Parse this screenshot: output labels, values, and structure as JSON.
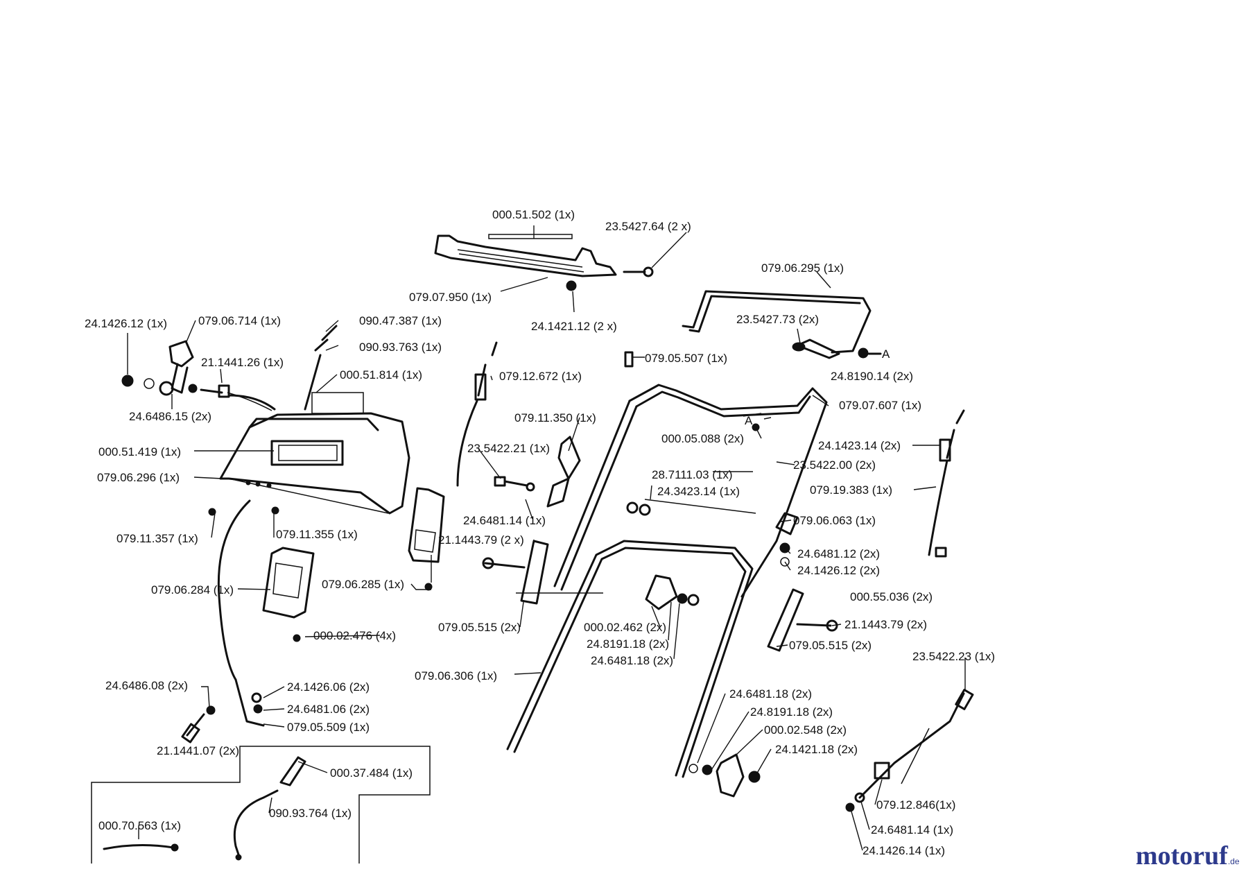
{
  "labels": [
    {
      "id": "p000_51_502",
      "text": "000.51.502 (1x)"
    },
    {
      "id": "p23_5427_64",
      "text": "23.5427.64 (2 x)"
    },
    {
      "id": "p079_07_950",
      "text": "079.07.950 (1x)"
    },
    {
      "id": "p24_1421_12",
      "text": "24.1421.12 (2 x)"
    },
    {
      "id": "p079_06_295",
      "text": "079.06.295 (1x)"
    },
    {
      "id": "p23_5427_73",
      "text": "23.5427.73 (2x)"
    },
    {
      "id": "p24_8190_14",
      "text": "24.8190.14 (2x)"
    },
    {
      "id": "pA_right",
      "text": "A"
    },
    {
      "id": "p24_1426_12_a",
      "text": "24.1426.12 (1x)"
    },
    {
      "id": "p079_06_714",
      "text": "079.06.714 (1x)"
    },
    {
      "id": "p090_47_387",
      "text": "090.47.387 (1x)"
    },
    {
      "id": "p090_93_763",
      "text": "090.93.763 (1x)"
    },
    {
      "id": "p21_1441_26",
      "text": "21.1441.26 (1x)"
    },
    {
      "id": "p000_51_814",
      "text": "000.51.814 (1x)"
    },
    {
      "id": "p24_6486_15",
      "text": "24.6486.15 (2x)"
    },
    {
      "id": "p079_12_672",
      "text": "079.12.672 (1x)"
    },
    {
      "id": "p079_05_507",
      "text": "079.05.507 (1x)"
    },
    {
      "id": "p079_07_607",
      "text": "079.07.607 (1x)"
    },
    {
      "id": "p000_51_419",
      "text": "000.51.419 (1x)"
    },
    {
      "id": "p079_11_350",
      "text": "079.11.350 (1x)"
    },
    {
      "id": "pA_left",
      "text": "A"
    },
    {
      "id": "p000_05_088",
      "text": "000.05.088 (2x)"
    },
    {
      "id": "p24_1423_14",
      "text": "24.1423.14 (2x)"
    },
    {
      "id": "p079_06_296",
      "text": "079.06.296 (1x)"
    },
    {
      "id": "p23_5422_21",
      "text": "23.5422.21 (1x)"
    },
    {
      "id": "p23_5422_00",
      "text": "23.5422.00 (2x)"
    },
    {
      "id": "p28_7111_03",
      "text": "28.7111.03 (1x)"
    },
    {
      "id": "p079_19_383",
      "text": "079.19.383 (1x)"
    },
    {
      "id": "p24_3423_14",
      "text": "24.3423.14 (1x)"
    },
    {
      "id": "p079_11_357",
      "text": "079.11.357 (1x)"
    },
    {
      "id": "p079_11_355",
      "text": "079.11.355 (1x)"
    },
    {
      "id": "p24_6481_14_a",
      "text": "24.6481.14 (1x)"
    },
    {
      "id": "p079_06_063",
      "text": "079.06.063 (1x)"
    },
    {
      "id": "p21_1443_79_a",
      "text": "21.1443.79 (2 x)"
    },
    {
      "id": "p24_6481_12",
      "text": "24.6481.12 (2x)"
    },
    {
      "id": "p24_1426_12_b",
      "text": "24.1426.12 (2x)"
    },
    {
      "id": "p079_06_284",
      "text": "079.06.284 (1x)"
    },
    {
      "id": "p079_06_285",
      "text": "079.06.285 (1x)"
    },
    {
      "id": "p000_55_036",
      "text": "000.55.036 (2x)"
    },
    {
      "id": "p000_02_462",
      "text": "000.02.462 (2x)"
    },
    {
      "id": "p21_1443_79_b",
      "text": "21.1443.79 (2x)"
    },
    {
      "id": "p000_02_476",
      "text": "000.02.476 (4x)"
    },
    {
      "id": "p079_05_515_a",
      "text": "079.05.515 (2x)"
    },
    {
      "id": "p24_8191_18_a",
      "text": "24.8191.18 (2x)"
    },
    {
      "id": "p079_05_515_b",
      "text": "079.05.515 (2x)"
    },
    {
      "id": "p24_6481_18_a",
      "text": "24.6481.18 (2x)"
    },
    {
      "id": "p23_5422_23",
      "text": "23.5422.23 (1x)"
    },
    {
      "id": "p079_06_306",
      "text": "079.06.306 (1x)"
    },
    {
      "id": "p24_6486_08",
      "text": "24.6486.08 (2x)"
    },
    {
      "id": "p24_1426_06",
      "text": "24.1426.06 (2x)"
    },
    {
      "id": "p24_6481_06",
      "text": "24.6481.06 (2x)"
    },
    {
      "id": "p079_05_509",
      "text": "079.05.509 (1x)"
    },
    {
      "id": "p24_6481_18_b",
      "text": "24.6481.18 (2x)"
    },
    {
      "id": "p24_8191_18_b",
      "text": "24.8191.18 (2x)"
    },
    {
      "id": "p21_1441_07",
      "text": "21.1441.07 (2x)"
    },
    {
      "id": "p000_02_548",
      "text": "000.02.548 (2x)"
    },
    {
      "id": "p24_1421_18",
      "text": "24.1421.18 (2x)"
    },
    {
      "id": "p000_37_484",
      "text": "000.37.484 (1x)"
    },
    {
      "id": "p090_93_764",
      "text": "090.93.764 (1x)"
    },
    {
      "id": "p000_70_563",
      "text": "000.70.563 (1x)"
    },
    {
      "id": "p079_12_846",
      "text": "079.12.846(1x)"
    },
    {
      "id": "p24_6481_14_b",
      "text": "24.6481.14 (1x)"
    },
    {
      "id": "p24_1426_14",
      "text": "24.1426.14 (1x)"
    }
  ],
  "logo": {
    "brand_a": "motoruf",
    "brand_b": "",
    "suffix": ".de"
  },
  "colors": {
    "ink": "#111111",
    "logo_blue": "#2d3a8c",
    "logo_red": "#d83a1e"
  }
}
